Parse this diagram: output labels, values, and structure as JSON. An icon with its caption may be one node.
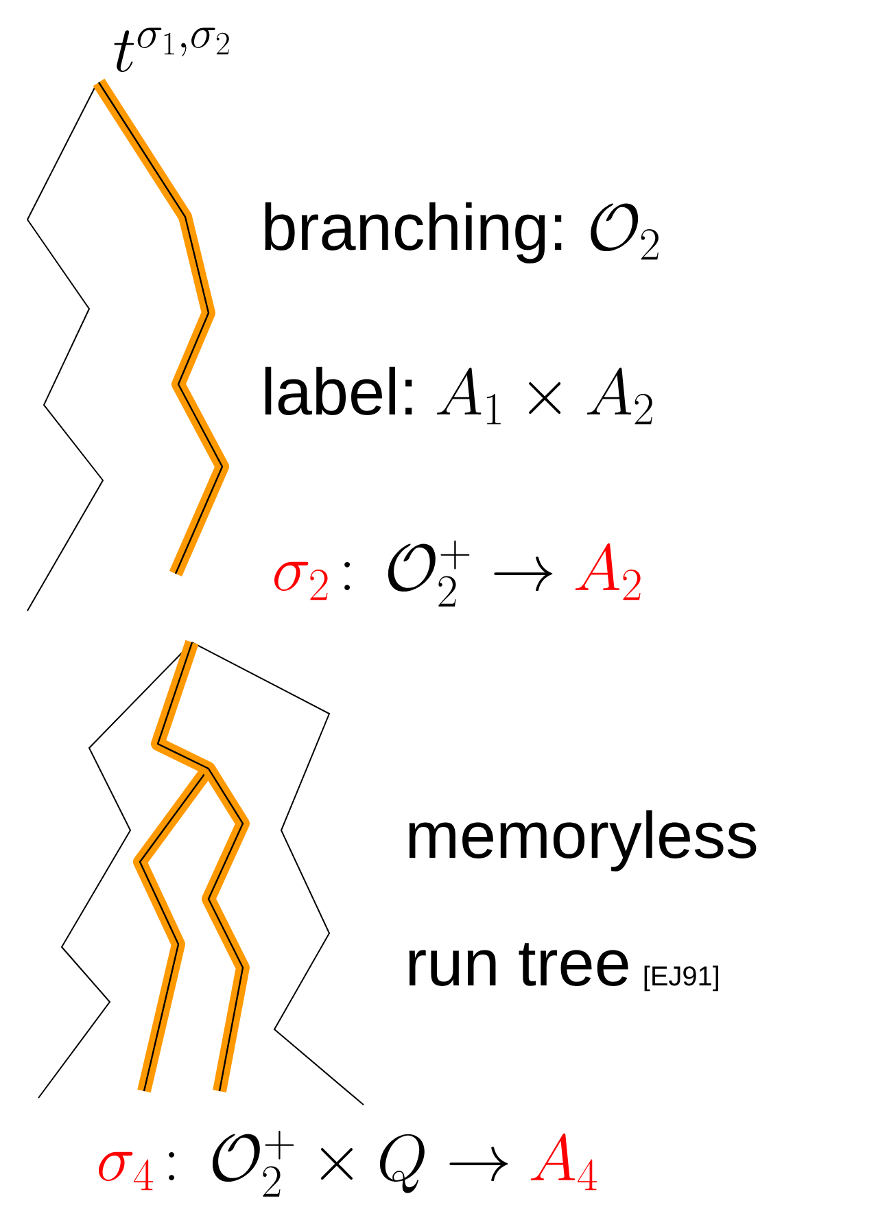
{
  "diagram": {
    "labels": [
      "t^{\\sigma_1,\\sigma_2}",
      "branching:",
      "\\mathcal{O}_2",
      "label:",
      "A_1 \\times A_2",
      "\\sigma_2",
      ":\\,\\mathcal{O}_2^+ \\to",
      "A_2",
      "memoryless",
      "run tree",
      "[EJ91]",
      "\\sigma_4",
      ":\\,\\mathcal{O}_2^+ \\times Q \\to",
      "A_4"
    ]
  }
}
